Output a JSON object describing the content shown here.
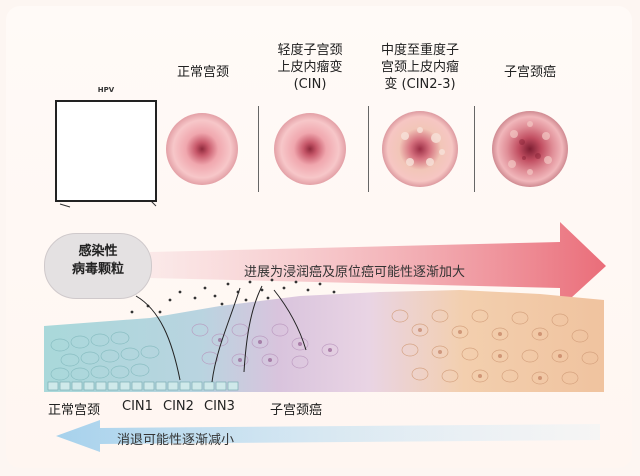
{
  "hpv": {
    "label": "HPV"
  },
  "stages": [
    {
      "id": "normal",
      "lines": [
        "正常宫颈"
      ]
    },
    {
      "id": "cin",
      "lines": [
        "轻度子宫颈",
        "上皮内瘤变",
        "(CIN)"
      ]
    },
    {
      "id": "cin23",
      "lines": [
        "中度至重度子",
        "宫颈上皮内瘤",
        "变 (CIN2-3)"
      ]
    },
    {
      "id": "cancer",
      "lines": [
        "子宫颈癌"
      ]
    }
  ],
  "bubble": {
    "lines": [
      "感染性",
      "病毒颗粒"
    ]
  },
  "arrows": {
    "progress": "进展为浸润癌及原位癌可能性逐渐加大",
    "regress": "消退可能性逐渐减小"
  },
  "bottom_labels": {
    "normal": "正常宫颈",
    "cin1": "CIN1",
    "cin2": "CIN2",
    "cin3": "CIN3",
    "cancer": "子宫颈癌"
  },
  "colors": {
    "progress_arrow": "#ea6d79",
    "regress_arrow": "#bcdcef",
    "normal_cells": "#a9d8da",
    "cin_cells": "#d9c4dd",
    "cancer_cells": "#f3cfae",
    "hpv_green": "#6e9e36"
  }
}
